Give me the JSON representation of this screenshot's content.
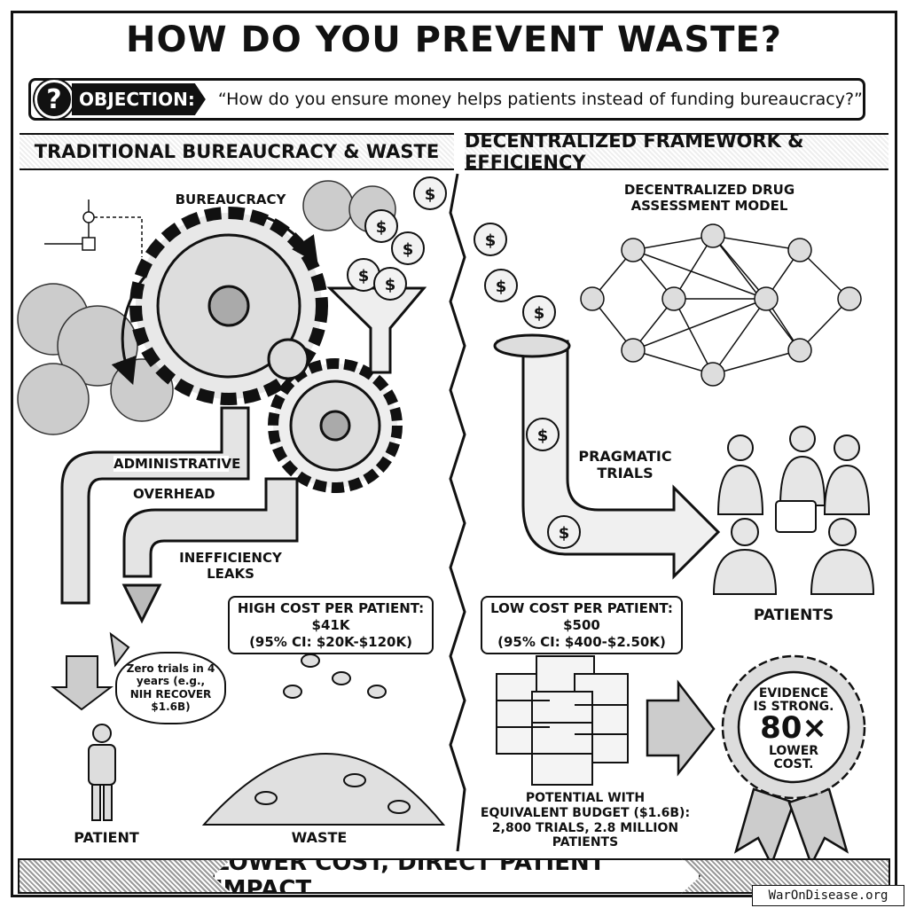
{
  "title": "HOW DO YOU PREVENT WASTE?",
  "objection": {
    "icon": "?",
    "label": "OBJECTION:",
    "text": "“How do you ensure money helps patients instead of funding bureaucracy?”"
  },
  "left": {
    "header": "TRADITIONAL BUREAUCRACY & WASTE",
    "bureaucracy": "BUREAUCRACY",
    "admin": "ADMINISTRATIVE",
    "overhead": "OVERHEAD",
    "leaks": "INEFFICIENCY\nLEAKS",
    "cost_line1": "HIGH COST PER PATIENT: $41K",
    "cost_line2": "(95% CI: $20K-$120K)",
    "thought": "Zero trials in 4 years (e.g., NIH RECOVER $1.6B)",
    "patient": "PATIENT",
    "waste": "WASTE"
  },
  "right": {
    "header": "DECENTRALIZED FRAMEWORK & EFFICIENCY",
    "model": "DECENTRALIZED DRUG\nASSESSMENT MODEL",
    "trials": "PRAGMATIC\nTRIALS",
    "patients": "PATIENTS",
    "cost_line1": "LOW COST PER PATIENT: $500",
    "cost_line2": "(95% CI: $400-$2.50K)",
    "potential": "POTENTIAL WITH\nEQUIVALENT BUDGET ($1.6B):\n2,800 TRIALS, 2.8 MILLION PATIENTS",
    "badge": {
      "line1": "EVIDENCE\nIS STRONG.",
      "big": "80×",
      "line2": "LOWER\nCOST."
    }
  },
  "footer": "LOWER COST, DIRECT PATIENT IMPACT",
  "watermark": "WarOnDisease.org"
}
